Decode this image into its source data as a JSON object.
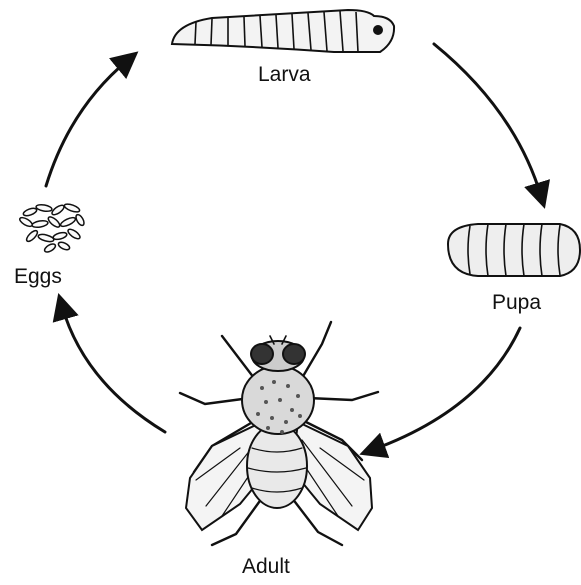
{
  "diagram": {
    "stages": {
      "larva": "Larva",
      "pupa": "Pupa",
      "adult": "Adult",
      "eggs": "Eggs"
    }
  }
}
